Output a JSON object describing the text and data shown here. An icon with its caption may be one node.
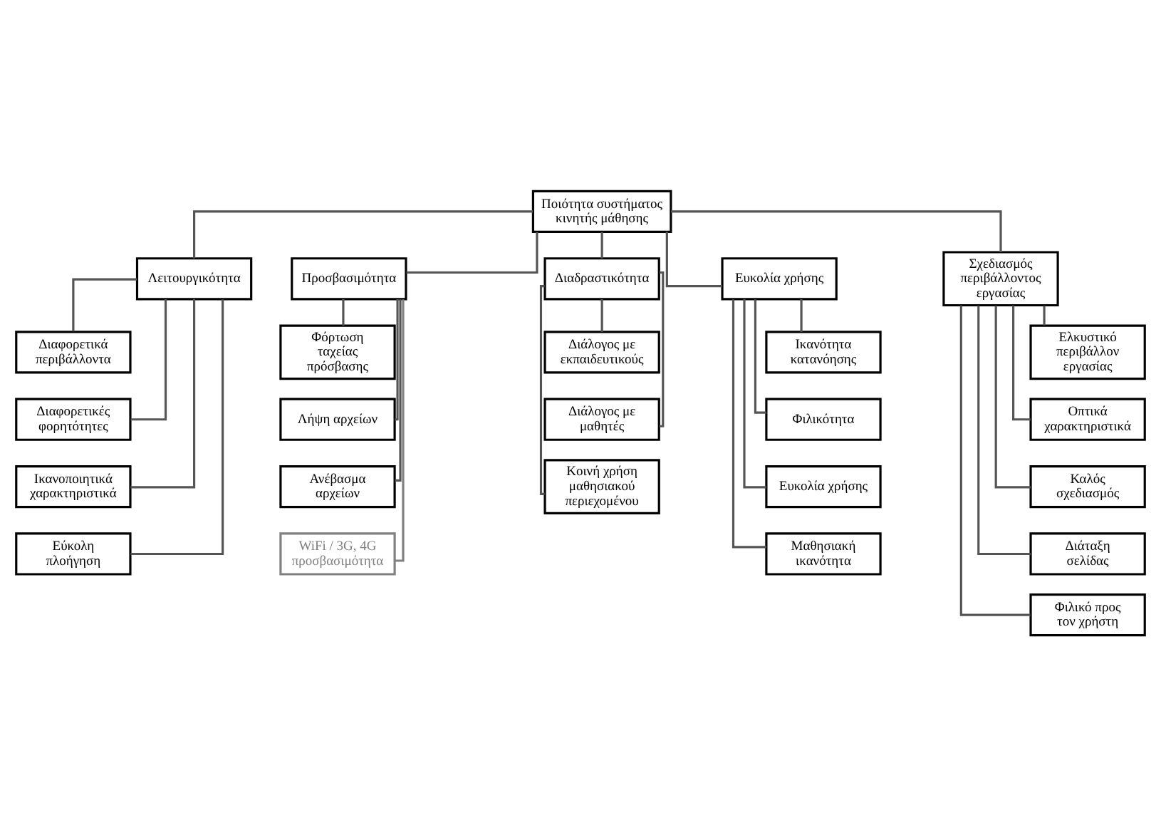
{
  "diagram": {
    "nodes": [
      {
        "text": [
          "Ποιότητα συστήματος κινητής μάθησης"
        ]
      },
      {
        "text": [
          "Λειτουργικότητα"
        ]
      },
      {
        "text": [
          "Προσβασιμότητα"
        ]
      },
      {
        "text": [
          "Διαδραστικότητα"
        ]
      },
      {
        "text": [
          "Ευκολία χρήσης"
        ]
      },
      {
        "text": [
          "Σχεδιασμός περιβάλλοντος εργασίας"
        ]
      },
      {
        "text": [
          "Διαφορετικά περιβάλλοντα"
        ]
      },
      {
        "text": [
          "Διαφορετικές φορητότητες"
        ]
      },
      {
        "text": [
          "Ικανοποιητικά χαρακτηριστικά"
        ]
      },
      {
        "text": [
          "Εύκολη πλοήγηση"
        ]
      },
      {
        "text": [
          "Φόρτωση ταχείας πρόσβασης"
        ]
      },
      {
        "text": [
          "Λήψη αρχείων"
        ]
      },
      {
        "text": [
          "Ανέβασμα αρχείων"
        ]
      },
      {
        "text": [
          "WiFi / 3G, 4G προσβασιμότητα"
        ]
      },
      {
        "text": [
          "Διάλογος με εκπαιδευτικούς"
        ]
      },
      {
        "text": [
          "Διάλογος με μαθητές"
        ]
      },
      {
        "text": [
          "Κοινή χρήση μαθησιακού περιεχομένου"
        ]
      },
      {
        "text": [
          "Ικανότητα κατανόησης"
        ]
      },
      {
        "text": [
          "Φιλικότητα"
        ]
      },
      {
        "text": [
          "Ευκολία χρήσης"
        ]
      },
      {
        "text": [
          "Μαθησιακή ικανότητα"
        ]
      },
      {
        "text": [
          "Ελκυστικό περιβάλλον εργασίας"
        ]
      },
      {
        "text": [
          "Οπτικά χαρακτηριστικά"
        ]
      },
      {
        "text": [
          "Καλός σχεδιασμός"
        ]
      },
      {
        "text": [
          "Διάταξη σελίδας"
        ]
      },
      {
        "text": [
          "Φιλικό προς τον χρήστη"
        ]
      }
    ],
    "edges": [
      {
        "from": 0,
        "to": 1,
        "arrow": "none"
      },
      {
        "from": 0,
        "to": 2,
        "arrow": "none"
      },
      {
        "from": 0,
        "to": 3,
        "arrow": "none"
      },
      {
        "from": 0,
        "to": 4,
        "arrow": "none"
      },
      {
        "from": 0,
        "to": 5,
        "arrow": "none"
      },
      {
        "from": 1,
        "to": 6,
        "arrow": "none"
      },
      {
        "from": 1,
        "to": 7,
        "arrow": "none"
      },
      {
        "from": 1,
        "to": 8,
        "arrow": "none"
      },
      {
        "from": 1,
        "to": 9,
        "arrow": "none"
      },
      {
        "from": 2,
        "to": 10,
        "arrow": "none"
      },
      {
        "from": 2,
        "to": 11,
        "arrow": "none"
      },
      {
        "from": 2,
        "to": 12,
        "arrow": "none"
      },
      {
        "from": 2,
        "to": 13,
        "arrow": "none",
        "color": "#808080"
      },
      {
        "from": 3,
        "to": 14,
        "arrow": "none"
      },
      {
        "from": 3,
        "to": 15,
        "arrow": "none"
      },
      {
        "from": 3,
        "to": 16,
        "arrow": "none"
      },
      {
        "from": 4,
        "to": 17,
        "arrow": "none"
      },
      {
        "from": 4,
        "to": 18,
        "arrow": "none"
      },
      {
        "from": 4,
        "to": 19,
        "arrow": "none"
      },
      {
        "from": 4,
        "to": 20,
        "arrow": "none"
      },
      {
        "from": 5,
        "to": 21,
        "arrow": "none"
      },
      {
        "from": 5,
        "to": 22,
        "arrow": "none"
      },
      {
        "from": 5,
        "to": 23,
        "arrow": "none"
      },
      {
        "from": 5,
        "to": 24,
        "arrow": "none"
      },
      {
        "from": 5,
        "to": 25,
        "arrow": "none"
      }
    ]
  }
}
